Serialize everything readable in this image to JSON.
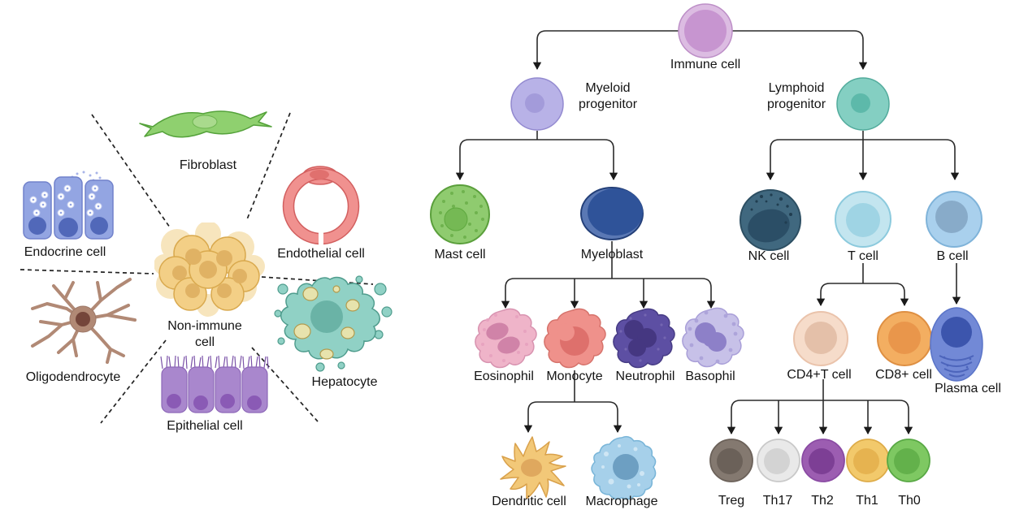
{
  "background": "#ffffff",
  "left": {
    "center": {
      "label": "Non-immune\ncell",
      "colors": {
        "body": "#f3cf86",
        "nucleus": "#e0b264",
        "outline": "#d9a94e",
        "back": "#f7e5bd"
      }
    },
    "fibroblast": {
      "label": "Fibroblast",
      "colors": {
        "body": "#8fd06f",
        "nucleus": "#a9da8d",
        "outline": "#55a23b"
      }
    },
    "endocrine": {
      "label": "Endocrine cell",
      "colors": {
        "body": "#93a5e2",
        "nucleus": "#5168b9",
        "outline": "#7182cb",
        "granule": "#ffffff"
      }
    },
    "endothelial": {
      "label": "Endothelial cell",
      "colors": {
        "body": "#f0918f",
        "nucleus": "#e0706e",
        "outline": "#d25f5f"
      }
    },
    "oligodendrocyte": {
      "label": "Oligodendrocyte",
      "colors": {
        "body": "#b18975",
        "nucleus": "#74453a",
        "outline": "#9c7767"
      }
    },
    "hepatocyte": {
      "label": "Hepatocyte",
      "colors": {
        "body": "#90d1c5",
        "nucleus": "#6ab3a6",
        "outline": "#4f9c8d",
        "droplet": "#e7e3ad"
      }
    },
    "epithelial": {
      "label": "Epithelial cell",
      "colors": {
        "body": "#a987cd",
        "nucleus": "#8a5ab5",
        "outline": "#8d67b8",
        "cilia": "#7b53a8"
      }
    }
  },
  "tree": {
    "immune": {
      "label": "Immune cell",
      "colors": {
        "ring": "#dcbce2",
        "body": "#c795d0",
        "outline": "#bd8fc7"
      }
    },
    "myeloid": {
      "label": "Myeloid\nprogenitor",
      "colors": {
        "body": "#b8b2e7",
        "nucleus": "#a39bda",
        "outline": "#938ad0"
      }
    },
    "lymphoid": {
      "label": "Lymphoid\nprogenitor",
      "colors": {
        "body": "#84cfc2",
        "nucleus": "#5db9aa",
        "outline": "#52ab9c"
      }
    },
    "mast": {
      "label": "Mast cell",
      "colors": {
        "body": "#8fcb6f",
        "nucleus": "#75b954",
        "outline": "#5a9f3b"
      }
    },
    "myeloblast": {
      "label": "Myeloblast",
      "colors": {
        "body": "#2f5399",
        "highlight": "#5a78b4",
        "outline": "#233f78"
      }
    },
    "nk": {
      "label": "NK cell",
      "colors": {
        "body": "#40687f",
        "nucleus": "#2b4e66",
        "outline": "#2d4f63"
      }
    },
    "t": {
      "label": "T cell",
      "colors": {
        "body": "#c3e5ef",
        "nucleus": "#9fd4e4",
        "outline": "#8ccadd"
      }
    },
    "b": {
      "label": "B cell",
      "colors": {
        "body": "#a9d0ed",
        "nucleus": "#88abc9",
        "outline": "#7fb3d9"
      }
    },
    "eosinophil": {
      "label": "Eosinophil",
      "colors": {
        "body": "#efb4c9",
        "nucleus": "#d083a8",
        "outline": "#d893b0"
      }
    },
    "monocyte": {
      "label": "Monocyte",
      "colors": {
        "body": "#ef918b",
        "nucleus": "#de706c",
        "outline": "#d6736c"
      }
    },
    "neutrophil": {
      "label": "Neutrophil",
      "colors": {
        "body": "#5d4fa3",
        "nucleus": "#453781",
        "outline": "#473c85"
      }
    },
    "basophil": {
      "label": "Basophil",
      "colors": {
        "body": "#c7c1e8",
        "nucleus": "#8d80c8",
        "outline": "#a99fd8"
      }
    },
    "cd4": {
      "label": "CD4+T cell",
      "colors": {
        "body": "#f6dcca",
        "nucleus": "#e4c0a9",
        "outline": "#eac3ab"
      }
    },
    "cd8": {
      "label": "CD8+ cell",
      "colors": {
        "body": "#f3ae61",
        "nucleus": "#e9964b",
        "outline": "#de8f42"
      }
    },
    "plasma": {
      "label": "Plasma cell",
      "colors": {
        "body": "#7289d6",
        "nucleus": "#3c55ad",
        "outline": "#5a74c8"
      }
    },
    "dendritic": {
      "label": "Dendritic cell",
      "colors": {
        "body": "#f2c878",
        "nucleus": "#dfa85e",
        "outline": "#d9a14b"
      }
    },
    "macrophage": {
      "label": "Macrophage",
      "colors": {
        "body": "#a6d0ea",
        "nucleus": "#6d9fc2",
        "outline": "#79b5d8"
      }
    },
    "treg": {
      "label": "Treg",
      "colors": {
        "body": "#847970",
        "nucleus": "#6b6159",
        "outline": "#6b6159"
      }
    },
    "th17": {
      "label": "Th17",
      "colors": {
        "body": "#e9e9e9",
        "nucleus": "#d3d3d3",
        "outline": "#c9c9c9"
      }
    },
    "th2": {
      "label": "Th2",
      "colors": {
        "body": "#9c5db1",
        "nucleus": "#7d3f95",
        "outline": "#8a4ba3"
      }
    },
    "th1": {
      "label": "Th1",
      "colors": {
        "body": "#f2c96b",
        "nucleus": "#e6b350",
        "outline": "#deac49"
      }
    },
    "th0": {
      "label": "Th0",
      "colors": {
        "body": "#7ec862",
        "nucleus": "#63b14b",
        "outline": "#58a844"
      }
    }
  },
  "edges": [
    {
      "from": "immune",
      "to": "myeloid"
    },
    {
      "from": "immune",
      "to": "lymphoid"
    },
    {
      "from": "myeloid",
      "to": "mast"
    },
    {
      "from": "myeloid",
      "to": "myeloblast"
    },
    {
      "from": "myeloblast",
      "to": "eosinophil"
    },
    {
      "from": "myeloblast",
      "to": "monocyte"
    },
    {
      "from": "myeloblast",
      "to": "neutrophil"
    },
    {
      "from": "myeloblast",
      "to": "basophil"
    },
    {
      "from": "monocyte",
      "to": "dendritic"
    },
    {
      "from": "monocyte",
      "to": "macrophage"
    },
    {
      "from": "lymphoid",
      "to": "nk"
    },
    {
      "from": "lymphoid",
      "to": "t"
    },
    {
      "from": "lymphoid",
      "to": "b"
    },
    {
      "from": "t",
      "to": "cd4"
    },
    {
      "from": "t",
      "to": "cd8"
    },
    {
      "from": "b",
      "to": "plasma"
    },
    {
      "from": "cd4",
      "to": "treg"
    },
    {
      "from": "cd4",
      "to": "th17"
    },
    {
      "from": "cd4",
      "to": "th2"
    },
    {
      "from": "cd4",
      "to": "th1"
    },
    {
      "from": "cd4",
      "to": "th0"
    }
  ]
}
